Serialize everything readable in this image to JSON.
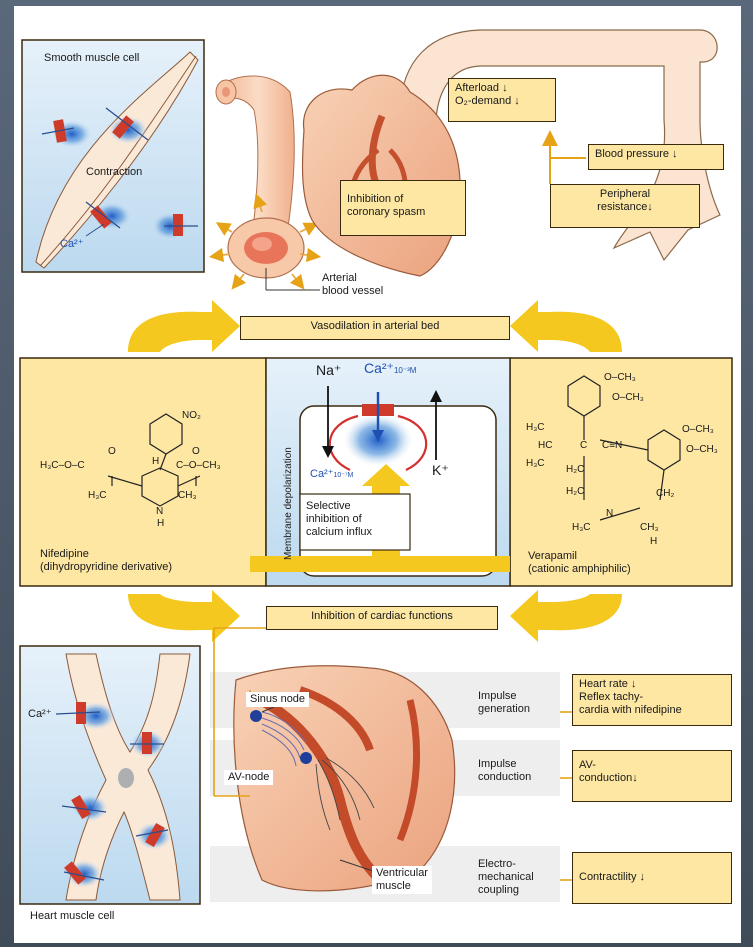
{
  "top": {
    "smooth_muscle_title": "Smooth muscle cell",
    "contraction": "Contraction",
    "ca_label": "Ca²⁺",
    "afterload_line1": "Afterload ↓",
    "afterload_line2": "O₂-demand ↓",
    "blood_pressure": "Blood pressure ↓",
    "peripheral_resistance_line1": "Peripheral",
    "peripheral_resistance_line2": "resistance↓",
    "coronary_line1": "Inhibition of",
    "coronary_line2": "coronary spasm",
    "arterial_line1": "Arterial",
    "arterial_line2": "blood vessel",
    "vasodilation": "Vasodilation in arterial bed"
  },
  "middle": {
    "na": "Na⁺",
    "ca_top": "Ca²⁺",
    "ca_top_sub": "10⁻³M",
    "ca_low": "Ca²⁺",
    "ca_low_sub": "10⁻⁷M",
    "k": "K⁺",
    "membrane_depolarization": "Membrane depolarization",
    "selective_line1": "Selective",
    "selective_line2": "inhibition of",
    "selective_line3": "calcium influx",
    "nifedipine_line1": "Nifedipine",
    "nifedipine_line2": "(dihydropyridine derivative)",
    "verapamil_line1": "Verapamil",
    "verapamil_line2": "(cationic amphiphilic)",
    "nif_no2": "NO₂",
    "nif_left_ester": "H₃C–O–C",
    "nif_right_ester": "C–O–CH₃",
    "nif_h": "H",
    "nif_n": "N",
    "nif_nh": "H",
    "nif_h3c": "H₃C",
    "nif_ch3": "CH₃",
    "nif_o": "O",
    "ver_och3_1": "O–CH₃",
    "ver_och3_2": "O–CH₃",
    "ver_och3_3": "O–CH₃",
    "ver_och3_4": "O–CH₃",
    "ver_cn": "C≡N",
    "ver_hc": "HC",
    "ver_c": "C",
    "ver_h3c_a": "H₃C",
    "ver_h3c_b": "H₃C",
    "ver_h2c_a": "H₂C",
    "ver_h2c_b": "H₂C",
    "ver_ch2": "CH₂",
    "ver_n": "N",
    "ver_h3c_n": "H₃C",
    "ver_ch3_n": "CH₃",
    "ver_h": "H"
  },
  "bottom": {
    "inhibition_cardiac": "Inhibition of cardiac functions",
    "sinus_node": "Sinus node",
    "av_node": "AV-node",
    "ventricular_line1": "Ventricular",
    "ventricular_line2": "muscle",
    "impulse_gen_line1": "Impulse",
    "impulse_gen_line2": "generation",
    "impulse_cond_line1": "Impulse",
    "impulse_cond_line2": "conduction",
    "electro_line1": "Electro-",
    "electro_line2": "mechanical",
    "electro_line3": "coupling",
    "heart_rate_line1": "Heart rate ↓",
    "heart_rate_line2": "Reflex tachy-",
    "heart_rate_line3": "cardia with nifedipine",
    "av_conduction_line1": "AV-",
    "av_conduction_line2": "conduction↓",
    "contractility": "Contractility ↓",
    "heart_muscle_title": "Heart muscle cell",
    "ca_label": "Ca²⁺"
  },
  "colors": {
    "yellow_box": "#fde7a3",
    "yellow_arrow": "#f4c81e",
    "cell_blue": "#c9e3f4",
    "vessel": "#f6c8a8",
    "red_channel": "#cf3b2a",
    "blue_dot": "#2a66c2"
  }
}
